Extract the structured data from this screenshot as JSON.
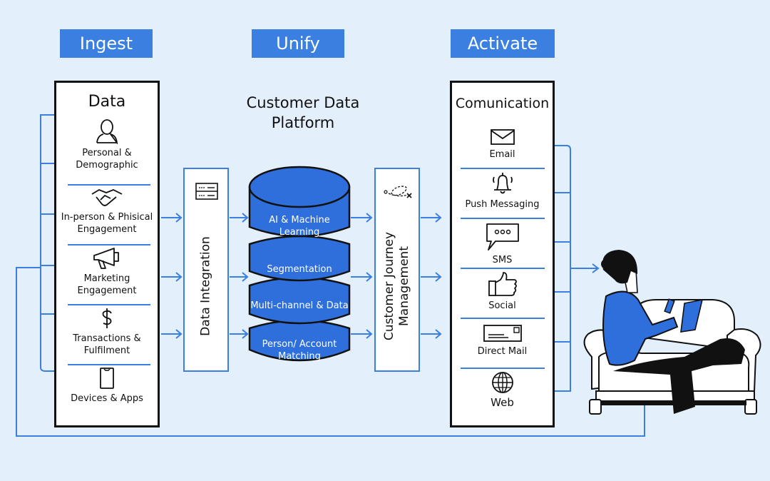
{
  "stages": {
    "ingest": "Ingest",
    "unify": "Unify",
    "activate": "Activate"
  },
  "ingest": {
    "title": "Data",
    "items": [
      {
        "icon": "person-icon",
        "label": "Personal & Demographic"
      },
      {
        "icon": "handshake-icon",
        "label": "In-person & Phisical Engagement"
      },
      {
        "icon": "megaphone-icon",
        "label": "Marketing Engagement"
      },
      {
        "icon": "dollar-icon",
        "label": "Transactions & Fulfilment"
      },
      {
        "icon": "phone-device-icon",
        "label": "Devices & Apps"
      }
    ]
  },
  "integration": {
    "label": "Data Integration",
    "icon": "server-icon"
  },
  "platform": {
    "title_line1": "Customer Data",
    "title_line2": "Platform",
    "layers": [
      "AI & Machine Learning",
      "Segmentation",
      "Multi-channel & Data",
      "Person/ Account Matching"
    ]
  },
  "journey": {
    "label_line1": "Customer Journey",
    "label_line2": "Management",
    "icon": "journey-path-icon"
  },
  "activate": {
    "title": "Comunication",
    "items": [
      {
        "icon": "envelope-icon",
        "label": "Email"
      },
      {
        "icon": "bell-icon",
        "label": "Push Messaging"
      },
      {
        "icon": "chat-bubble-icon",
        "label": "SMS"
      },
      {
        "icon": "thumbs-up-icon",
        "label": "Social"
      },
      {
        "icon": "mail-letter-icon",
        "label": "Direct Mail"
      },
      {
        "icon": "globe-icon",
        "label": "Web"
      }
    ]
  },
  "colors": {
    "background": "#e3f0fb",
    "accent": "#3b7fe0",
    "platform_blue": "#2f6fdc",
    "ink": "#111111"
  }
}
